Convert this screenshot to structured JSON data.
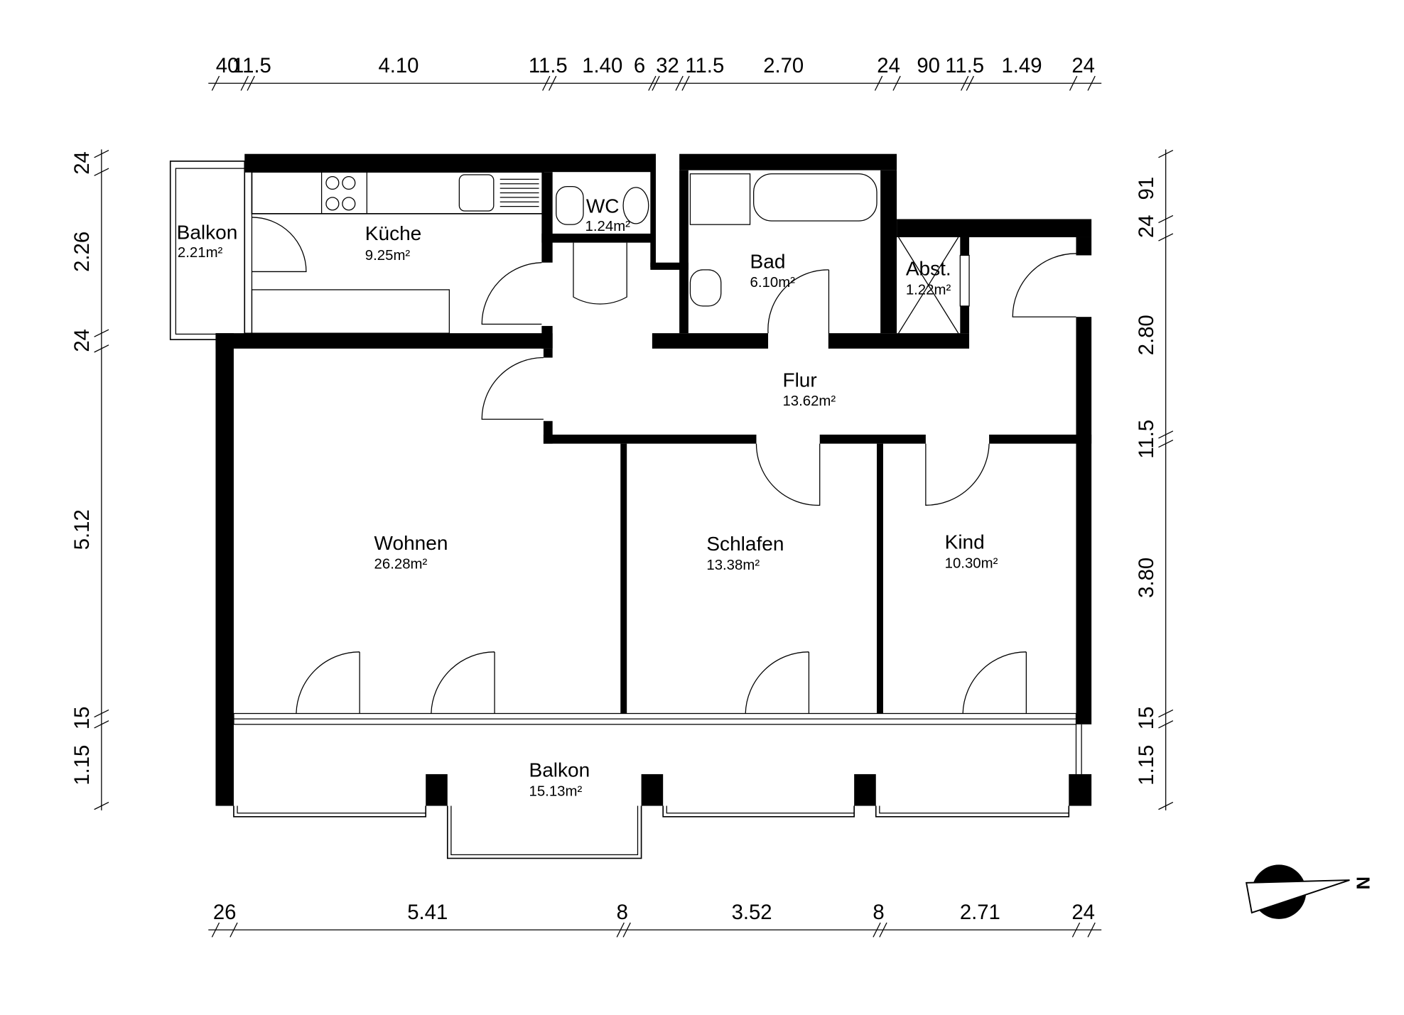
{
  "rooms": {
    "balkon_small": {
      "name": "Balkon",
      "area": "2.21m²"
    },
    "kueche": {
      "name": "Küche",
      "area": "9.25m²"
    },
    "wc": {
      "name": "WC",
      "area": "1.24m²"
    },
    "bad": {
      "name": "Bad",
      "area": "6.10m²"
    },
    "abst": {
      "name": "Abst.",
      "area": "1.22m²"
    },
    "flur": {
      "name": "Flur",
      "area": "13.62m²"
    },
    "wohnen": {
      "name": "Wohnen",
      "area": "26.28m²"
    },
    "schlafen": {
      "name": "Schlafen",
      "area": "13.38m²"
    },
    "kind": {
      "name": "Kind",
      "area": "10.30m²"
    },
    "balkon_large": {
      "name": "Balkon",
      "area": "15.13m²"
    }
  },
  "dimensions": {
    "top": [
      "40",
      "11.5",
      "4.10",
      "11.5",
      "1.40",
      "6",
      "32",
      "11.5",
      "2.70",
      "24",
      "90",
      "11.5",
      "1.49",
      "24"
    ],
    "bottom": [
      "26",
      "5.41",
      "8",
      "3.52",
      "8",
      "2.71",
      "24"
    ],
    "left": [
      "24",
      "2.26",
      "24",
      "5.12",
      "15",
      "1.15"
    ],
    "right": [
      "91",
      "24",
      "2.80",
      "11.5",
      "3.80",
      "15",
      "1.15"
    ]
  },
  "compass": {
    "north_label": "N"
  }
}
